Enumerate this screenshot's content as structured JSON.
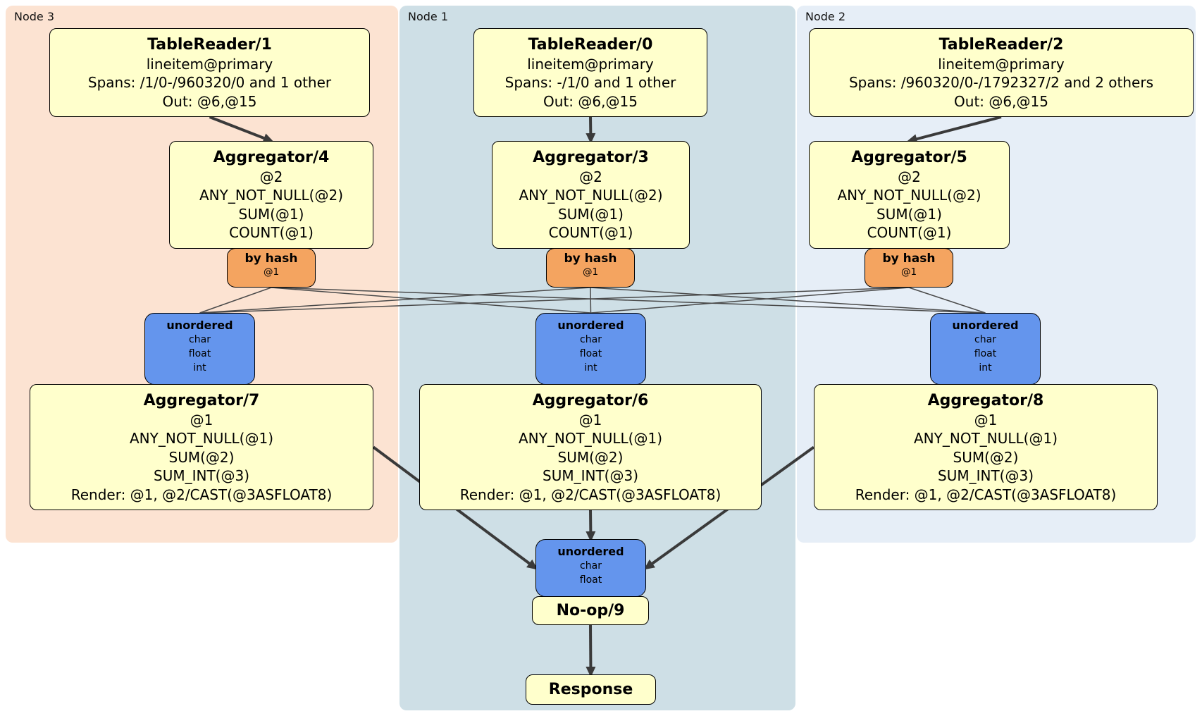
{
  "colors": {
    "processorBg": "#ffffcc",
    "routerBg": "#f4a460",
    "syncBg": "#6495ed",
    "node3Bg": "#fce3d2",
    "node1Bg": "#cedfe6",
    "node2Bg": "#e6eef7",
    "edge": "#3a3a3a",
    "border": "#000000"
  },
  "panels": {
    "node3": {
      "label": "Node 3"
    },
    "node1": {
      "label": "Node 1"
    },
    "node2": {
      "label": "Node 2"
    }
  },
  "processors": {
    "tr1": {
      "title": "TableReader/1",
      "lines": [
        "lineitem@primary",
        "Spans: /1/0-/960320/0 and 1 other",
        "Out: @6,@15"
      ]
    },
    "tr0": {
      "title": "TableReader/0",
      "lines": [
        "lineitem@primary",
        "Spans: -/1/0 and 1 other",
        "Out: @6,@15"
      ]
    },
    "tr2": {
      "title": "TableReader/2",
      "lines": [
        "lineitem@primary",
        "Spans: /960320/0-/1792327/2 and 2 others",
        "Out: @6,@15"
      ]
    },
    "agg4": {
      "title": "Aggregator/4",
      "lines": [
        "@2",
        "ANY_NOT_NULL(@2)",
        "SUM(@1)",
        "COUNT(@1)"
      ]
    },
    "agg3": {
      "title": "Aggregator/3",
      "lines": [
        "@2",
        "ANY_NOT_NULL(@2)",
        "SUM(@1)",
        "COUNT(@1)"
      ]
    },
    "agg5": {
      "title": "Aggregator/5",
      "lines": [
        "@2",
        "ANY_NOT_NULL(@2)",
        "SUM(@1)",
        "COUNT(@1)"
      ]
    },
    "agg7": {
      "title": "Aggregator/7",
      "lines": [
        "@1",
        "ANY_NOT_NULL(@1)",
        "SUM(@2)",
        "SUM_INT(@3)",
        "Render: @1, @2/CAST(@3ASFLOAT8)"
      ]
    },
    "agg6": {
      "title": "Aggregator/6",
      "lines": [
        "@1",
        "ANY_NOT_NULL(@1)",
        "SUM(@2)",
        "SUM_INT(@3)",
        "Render: @1, @2/CAST(@3ASFLOAT8)"
      ]
    },
    "agg8": {
      "title": "Aggregator/8",
      "lines": [
        "@1",
        "ANY_NOT_NULL(@1)",
        "SUM(@2)",
        "SUM_INT(@3)",
        "Render: @1, @2/CAST(@3ASFLOAT8)"
      ]
    },
    "noop": {
      "title": "No-op/9"
    },
    "response": {
      "title": "Response"
    }
  },
  "routers": {
    "hash3": {
      "title": "by hash",
      "sub": "@1"
    },
    "hash1": {
      "title": "by hash",
      "sub": "@1"
    },
    "hash2": {
      "title": "by hash",
      "sub": "@1"
    }
  },
  "syncs": {
    "sync3": {
      "title": "unordered",
      "lines": [
        "char",
        "float",
        "int"
      ]
    },
    "sync1": {
      "title": "unordered",
      "lines": [
        "char",
        "float",
        "int"
      ]
    },
    "sync2": {
      "title": "unordered",
      "lines": [
        "char",
        "float",
        "int"
      ]
    },
    "final": {
      "title": "unordered",
      "lines": [
        "char",
        "float"
      ]
    }
  },
  "edges": [
    {
      "from": "tablereader-1",
      "fromSide": "bottom",
      "to": "aggregator-4",
      "toSide": "top",
      "style": "thick"
    },
    {
      "from": "tablereader-0",
      "fromSide": "bottom",
      "to": "aggregator-3",
      "toSide": "top",
      "style": "thick"
    },
    {
      "from": "tablereader-2",
      "fromSide": "bottom",
      "to": "aggregator-5",
      "toSide": "top",
      "style": "thick"
    },
    {
      "from": "by-hash-node3",
      "fromSide": "bottom",
      "to": "unordered-node3",
      "toSide": "top",
      "style": "thin"
    },
    {
      "from": "by-hash-node3",
      "fromSide": "bottom",
      "to": "unordered-node1",
      "toSide": "top",
      "style": "thin"
    },
    {
      "from": "by-hash-node3",
      "fromSide": "bottom",
      "to": "unordered-node2",
      "toSide": "top",
      "style": "thin"
    },
    {
      "from": "by-hash-node1",
      "fromSide": "bottom",
      "to": "unordered-node3",
      "toSide": "top",
      "style": "thin"
    },
    {
      "from": "by-hash-node1",
      "fromSide": "bottom",
      "to": "unordered-node1",
      "toSide": "top",
      "style": "thin"
    },
    {
      "from": "by-hash-node1",
      "fromSide": "bottom",
      "to": "unordered-node2",
      "toSide": "top",
      "style": "thin"
    },
    {
      "from": "by-hash-node2",
      "fromSide": "bottom",
      "to": "unordered-node3",
      "toSide": "top",
      "style": "thin"
    },
    {
      "from": "by-hash-node2",
      "fromSide": "bottom",
      "to": "unordered-node1",
      "toSide": "top",
      "style": "thin"
    },
    {
      "from": "by-hash-node2",
      "fromSide": "bottom",
      "to": "unordered-node2",
      "toSide": "top",
      "style": "thin"
    },
    {
      "from": "aggregator-7",
      "fromSide": "right",
      "to": "unordered-final",
      "toSide": "left",
      "style": "thick"
    },
    {
      "from": "aggregator-6",
      "fromSide": "bottom",
      "to": "unordered-final",
      "toSide": "top",
      "style": "thick"
    },
    {
      "from": "aggregator-8",
      "fromSide": "left",
      "to": "unordered-final",
      "toSide": "right",
      "style": "thick"
    },
    {
      "from": "noop-9",
      "fromSide": "bottom",
      "to": "response",
      "toSide": "top",
      "style": "thick"
    }
  ]
}
